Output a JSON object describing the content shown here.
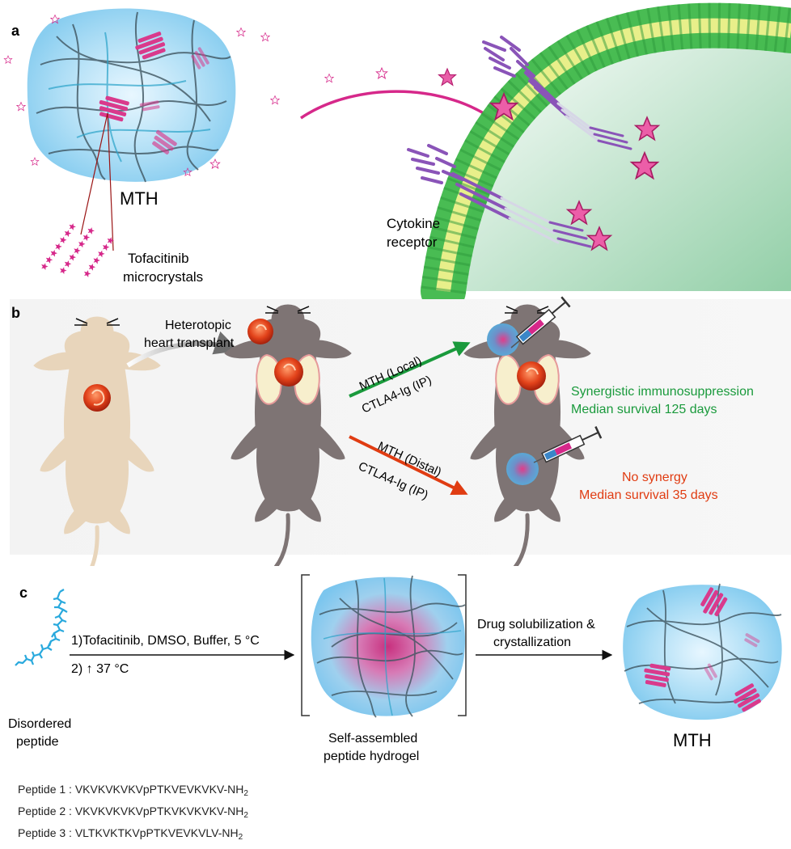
{
  "panel_a": {
    "letter": "a",
    "mth_label": "MTH",
    "crystal_label_1": "Tofacitinib",
    "crystal_label_2": "microcrystals",
    "receptor_label_1": "Cytokine",
    "receptor_label_2": "receptor"
  },
  "panel_b": {
    "letter": "b",
    "transplant_label_1": "Heterotopic",
    "transplant_label_2": "heart transplant",
    "local_arrow_1": "MTH (Local)",
    "local_arrow_2": "CTLA4-Ig (IP)",
    "distal_arrow_1": "MTH (Distal)",
    "distal_arrow_2": "CTLA4-Ig (IP)",
    "local_result_1": "Synergistic immunosuppression",
    "local_result_2": "Median survival 125 days",
    "distal_result_1": "No synergy",
    "distal_result_2": "Median survival 35 days",
    "colors": {
      "local": "#1a9a3c",
      "distal": "#e03c12"
    }
  },
  "panel_c": {
    "letter": "c",
    "step1": "1)Tofacitinib, DMSO, Buffer, 5 °C",
    "step2": "2) ↑  37 °C",
    "peptide_label_1": "Disordered",
    "peptide_label_2": "peptide",
    "hydrogel_label_1": "Self-assembled",
    "hydrogel_label_2": "peptide hydrogel",
    "process_label_1": "Drug solubilization &",
    "process_label_2": "crystallization",
    "mth_label": "MTH"
  },
  "peptides": [
    {
      "name": "Peptide 1",
      "sequence": "VKVKVKVKVpPTKVEVKVKV-NH",
      "subscript": "2"
    },
    {
      "name": "Peptide 2",
      "sequence": "VKVKVKVKVpPTKVKVKVKV-NH",
      "subscript": "2"
    },
    {
      "name": "Peptide 3",
      "sequence": "VLTKVKTKVpPTKVEVKVLV-NH",
      "subscript": "2"
    }
  ]
}
